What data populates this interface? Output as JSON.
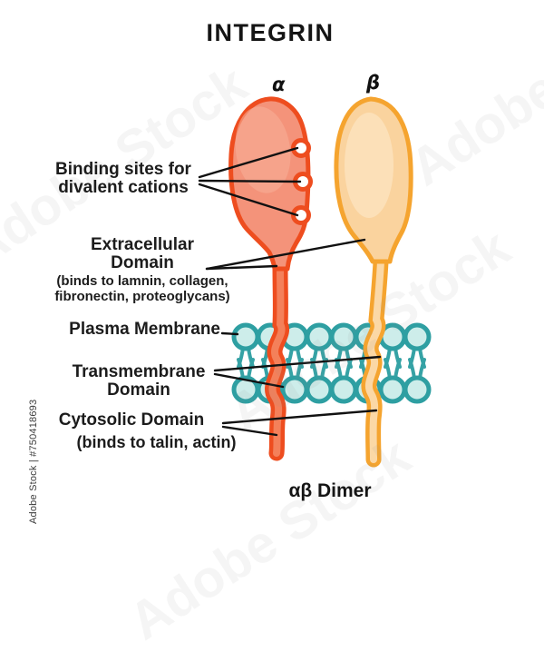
{
  "title": "INTEGRIN",
  "subunits": {
    "alpha": {
      "symbol": "α",
      "border_color": "#EE4D1F",
      "fill_color": "#F4937A"
    },
    "beta": {
      "symbol": "β",
      "border_color": "#F5A42F",
      "fill_color": "#FAD39E"
    }
  },
  "labels": {
    "binding_sites": {
      "line1": "Binding sites for",
      "line2": "divalent cations"
    },
    "extracellular": {
      "line1": "Extracellular",
      "line2": "Domain",
      "sub1": "(binds to lamnin, collagen,",
      "sub2": "fibronectin, proteoglycans)"
    },
    "plasma_membrane": "Plasma Membrane",
    "transmembrane": {
      "line1": "Transmembrane",
      "line2": "Domain"
    },
    "cytosolic": {
      "line1": "Cytosolic Domain",
      "sub": "(binds to talin, actin)"
    },
    "dimer": "αβ Dimer"
  },
  "membrane": {
    "ring_color": "#2E9FA2",
    "head_fill": "#CDEDEA",
    "tail_color": "#35A2A5"
  },
  "leader_line_color": "#111111",
  "watermark": {
    "diagonal_text": "Adobe Stock",
    "attribution": "Adobe Stock | #750418693"
  }
}
